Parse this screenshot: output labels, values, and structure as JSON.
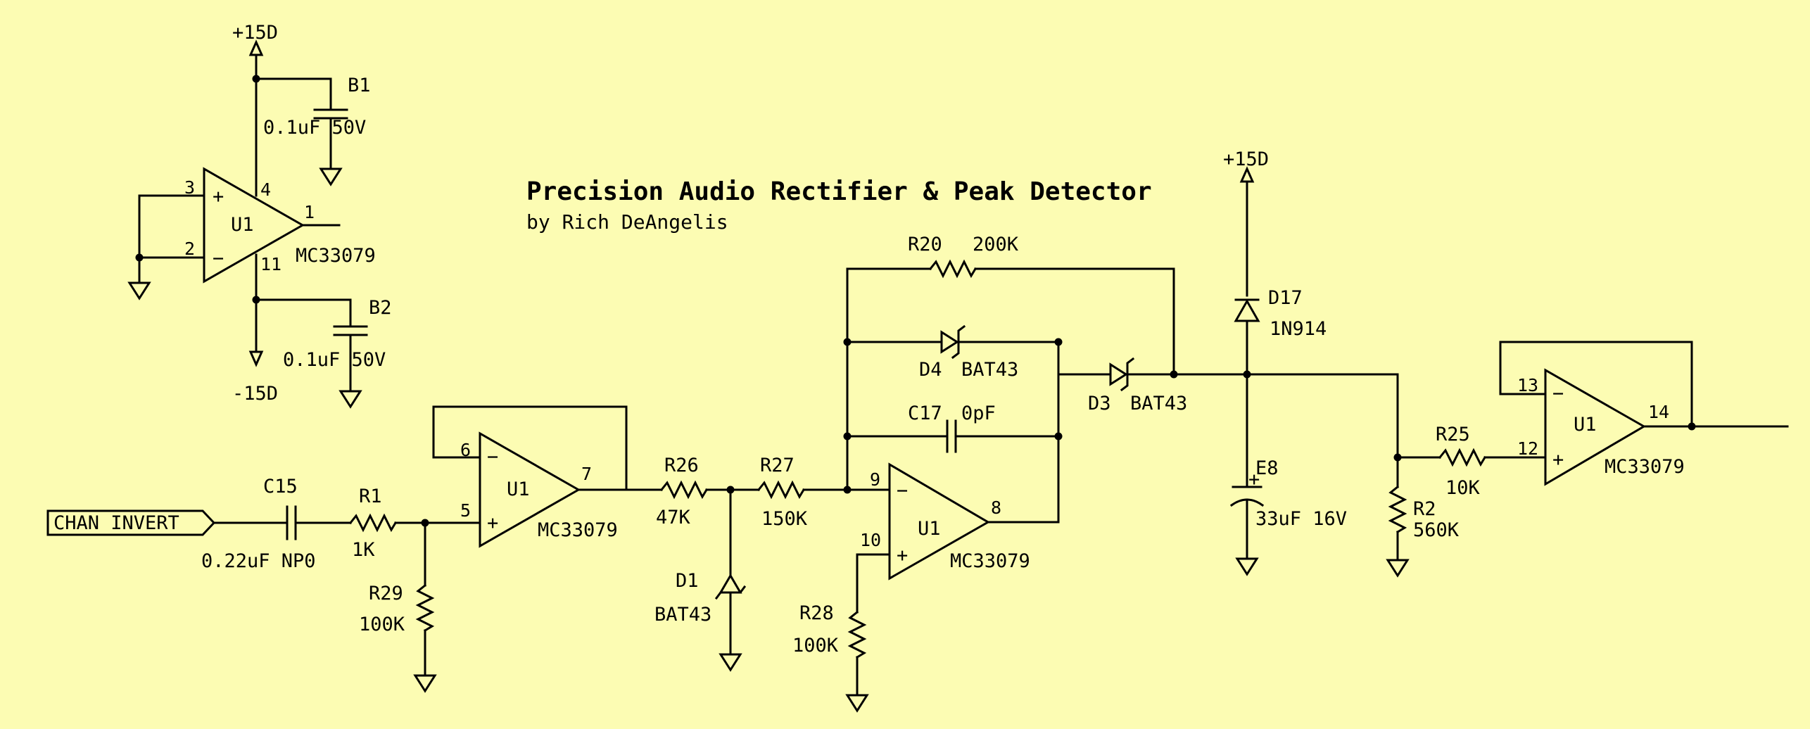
{
  "title": "Precision Audio Rectifier & Peak Detector",
  "author": "by Rich DeAngelis",
  "power_top": "+15D",
  "power_bottom": "-15D",
  "power_d17": "+15D",
  "input_port": "CHAN INVERT",
  "components": {
    "B1": {
      "ref": "B1",
      "value": "0.1uF 50V"
    },
    "B2": {
      "ref": "B2",
      "value": "0.1uF 50V"
    },
    "C15": {
      "ref": "C15",
      "value": "0.22uF NP0"
    },
    "R1": {
      "ref": "R1",
      "value": "1K"
    },
    "R29": {
      "ref": "R29",
      "value": "100K"
    },
    "R26": {
      "ref": "R26",
      "value": "47K"
    },
    "R27": {
      "ref": "R27",
      "value": "150K"
    },
    "D1": {
      "ref": "D1",
      "value": "BAT43"
    },
    "R28": {
      "ref": "R28",
      "value": "100K"
    },
    "R20": {
      "ref": "R20",
      "value": "200K"
    },
    "D4": {
      "ref": "D4",
      "value": "BAT43"
    },
    "C17": {
      "ref": "C17",
      "value": "0pF"
    },
    "D3": {
      "ref": "D3",
      "value": "BAT43"
    },
    "D17": {
      "ref": "D17",
      "value": "1N914"
    },
    "E8": {
      "ref": "E8",
      "value": "33uF 16V"
    },
    "R25": {
      "ref": "R25",
      "value": "10K"
    },
    "R2": {
      "ref": "R2",
      "value": "560K"
    }
  },
  "opamps": {
    "power": {
      "ref": "U1",
      "part": "MC33079",
      "pins": {
        "plus": "3",
        "minus": "2",
        "out": "1",
        "vplus": "4",
        "vminus": "11"
      }
    },
    "buffer": {
      "ref": "U1",
      "part": "MC33079",
      "pins": {
        "plus": "5",
        "minus": "6",
        "out": "7"
      }
    },
    "rectifier": {
      "ref": "U1",
      "part": "MC33079",
      "pins": {
        "plus": "10",
        "minus": "9",
        "out": "8"
      }
    },
    "output": {
      "ref": "U1",
      "part": "MC33079",
      "pins": {
        "plus": "12",
        "minus": "13",
        "out": "14"
      }
    }
  },
  "symbols": {
    "plus": "+",
    "minus": "−",
    "polarity": "+"
  }
}
